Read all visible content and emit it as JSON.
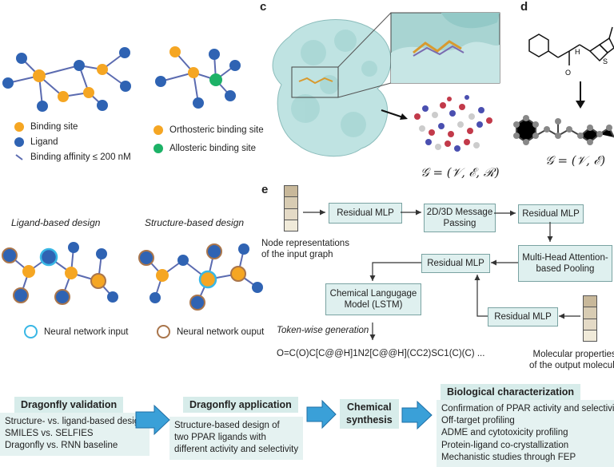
{
  "panel_c": {
    "letter": "c",
    "formula": "𝒢 = (𝒱, ℰ, ℛ)"
  },
  "panel_d": {
    "letter": "d",
    "formula": "𝒢 = (𝒱, ℰ)"
  },
  "panel_e": {
    "letter": "e"
  },
  "panel_a_legend": {
    "binding_site": "Binding site",
    "ligand": "Ligand",
    "affinity": "Binding affinity ≤ 200 nM",
    "orthosteric": "Orthosteric binding site",
    "allosteric": "Allosteric binding site"
  },
  "panel_b": {
    "ligand_based": "Ligand-based design",
    "structure_based": "Structure-based design",
    "nn_input": "Neural network input",
    "nn_output": "Neural network ouput"
  },
  "flow": {
    "node_repr": "Node representations\nof the input graph",
    "residual_mlp": "Residual MLP",
    "message_passing": "2D/3D Message\nPassing",
    "attention_pooling": "Multi-Head Attention-\nbased Pooling",
    "clm": "Chemical Langugage\nModel (LSTM)",
    "token_gen": "Token-wise generation",
    "smiles": "O=C(O)C[C@@H]1N2[C@@H](CC2)SC1(C)(C) ...",
    "mol_props": "Molecular properties\nof the output molecule"
  },
  "workflow": {
    "validation_title": "Dragonfly validation",
    "validation_body": "Structure- vs. ligand-based design\nSMILES vs. SELFIES\nDragonfly vs. RNN baseline",
    "application_title": "Dragonfly application",
    "application_body": "Structure-based design of\ntwo PPAR ligands with\ndifferent activity and selectivity",
    "synthesis_title": "Chemical\nsynthesis",
    "bio_title": "Biological characterization",
    "bio_body": "Confirmation of PPAR activity and selectivity\nOff-target profiling\nADME and cytotoxicity profiling\nProtein-ligand co-crystallization\nMechanistic studies through FEP"
  },
  "colors": {
    "binding_site": "#f5a623",
    "ligand": "#2f63b3",
    "allosteric": "#1db267",
    "box_fill": "#dff0ef",
    "workflow_arrow": "#3aa0d8",
    "protein": "#bfe3e2"
  }
}
